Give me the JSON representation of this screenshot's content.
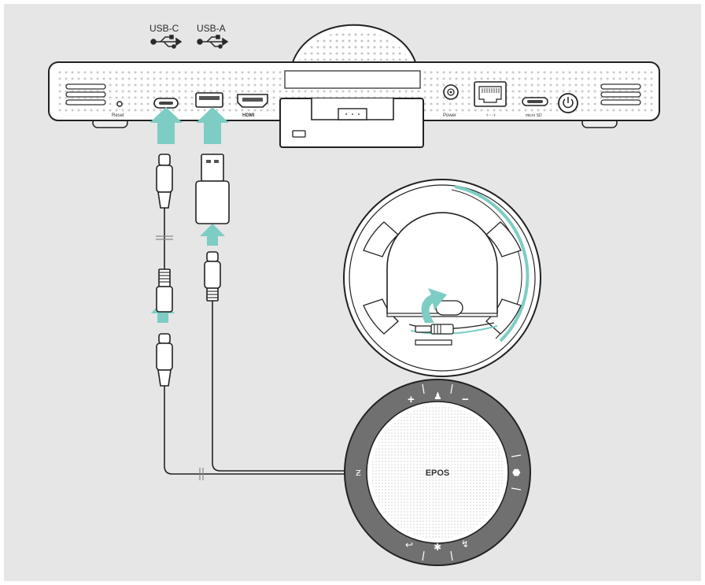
{
  "labels": {
    "usb_c": "USB-C",
    "usb_a": "USB-A",
    "reset": "Reset",
    "hdmi": "HDMI",
    "power": "Power",
    "micro_sd": "micro SD"
  },
  "speakerphone": {
    "brand": "EPOS",
    "buttons": [
      "+",
      "−"
    ]
  },
  "colors": {
    "background": "#e6e6e6",
    "accent_arrow": "#7dcdc4",
    "device_fill": "#ffffff",
    "outline": "#1f1f1f",
    "speaker_ring": "#707070"
  },
  "icons": [
    "usb-symbol-icon",
    "network-icon",
    "power-icon",
    "phone-icon",
    "bluetooth-icon",
    "teams-icon",
    "hang-up-icon",
    "mic-mute-icon"
  ]
}
